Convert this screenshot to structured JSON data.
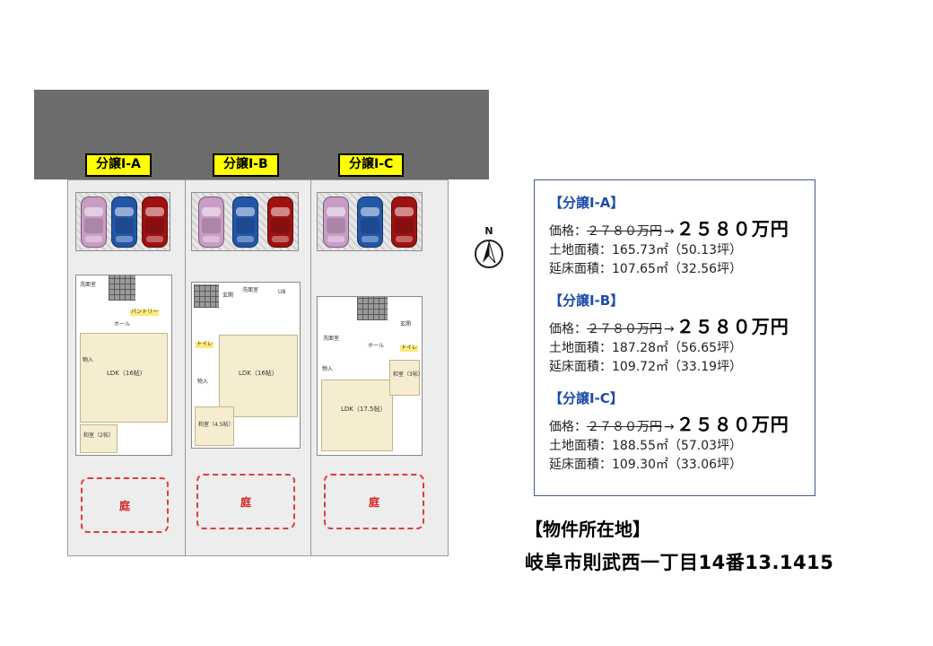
{
  "site": {
    "lots": [
      {
        "label": "分譲Ⅰ-A"
      },
      {
        "label": "分譲Ⅰ-B"
      },
      {
        "label": "分譲Ⅰ-C"
      }
    ],
    "garden_label": "庭",
    "compass_north": "N"
  },
  "plans": {
    "a": {
      "wash": "洗面室",
      "pantry": "パントリー",
      "hall": "ホール",
      "closet": "物入",
      "ldk": "LDK（16帖）",
      "washitsu": "和室（2帖）"
    },
    "b": {
      "entrance": "玄関",
      "wash": "洗面室",
      "bath": "UB",
      "toilet": "トイレ",
      "closet": "物入",
      "ldk": "LDK（16帖）",
      "washitsu": "和室（4.5帖）"
    },
    "c": {
      "entrance": "玄関",
      "wash": "洗面室",
      "hall": "ホール",
      "toilet": "トイレ",
      "closet": "物入",
      "ldk": "LDK（17.5帖）",
      "washitsu": "和室（3帖）"
    }
  },
  "info": {
    "sections": [
      {
        "title": "【分譲Ⅰ-A】",
        "price_label": "価格：",
        "old_price": "２７８０万円",
        "arrow": "→",
        "new_price": "２５８０万円",
        "land": "土地面積：165.73㎡（50.13坪）",
        "floor": "延床面積：107.65㎡（32.56坪）"
      },
      {
        "title": "【分譲Ⅰ-B】",
        "price_label": "価格：",
        "old_price": "２７８０万円",
        "arrow": "→",
        "new_price": "２５８０万円",
        "land": "土地面積：187.28㎡（56.65坪）",
        "floor": "延床面積：109.72㎡（33.19坪）"
      },
      {
        "title": "【分譲Ⅰ-C】",
        "price_label": "価格：",
        "old_price": "２７８０万円",
        "arrow": "→",
        "new_price": "２５８０万円",
        "land": "土地面積：188.55㎡（57.03坪）",
        "floor": "延床面積：109.30㎡（33.06坪）"
      }
    ]
  },
  "location": {
    "title": "【物件所在地】",
    "address": "岐阜市則武西一丁目14番13.1415"
  }
}
